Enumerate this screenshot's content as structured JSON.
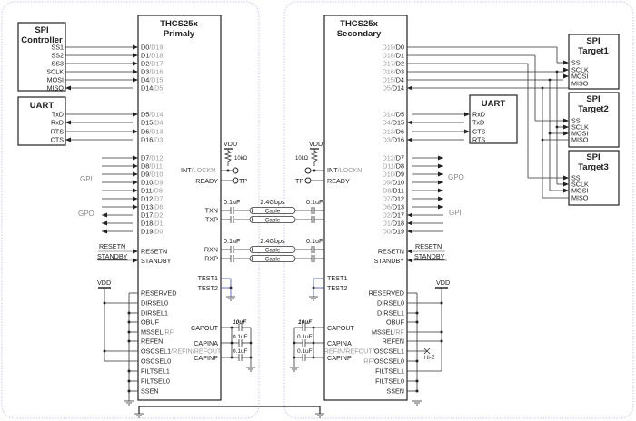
{
  "primary": {
    "title_line1": "THCS25x",
    "title_line2": "Primaly",
    "left_pins": [
      {
        "a": "D0",
        "b": "/D19"
      },
      {
        "a": "D1",
        "b": "/D18"
      },
      {
        "a": "D2",
        "b": "/D17"
      },
      {
        "a": "D3",
        "b": "/D16"
      },
      {
        "a": "D4",
        "b": "/D15"
      },
      {
        "a": "D14",
        "b": "/D5"
      },
      {
        "a": "D5",
        "b": "/D14"
      },
      {
        "a": "D15",
        "b": "/D4"
      },
      {
        "a": "D6",
        "b": "/D13"
      },
      {
        "a": "D16",
        "b": "/D3"
      },
      {
        "a": "D7",
        "b": "/D12"
      },
      {
        "a": "D8",
        "b": "/D11"
      },
      {
        "a": "D9",
        "b": "/D10"
      },
      {
        "a": "D10",
        "b": "/D9"
      },
      {
        "a": "D11",
        "b": "/D8"
      },
      {
        "a": "D12",
        "b": "/D7"
      },
      {
        "a": "D13",
        "b": "/D6"
      },
      {
        "a": "D17",
        "b": "/D2"
      },
      {
        "a": "D18",
        "b": "/D1"
      },
      {
        "a": "D19",
        "b": "/D0"
      }
    ],
    "resetn": "RESETN",
    "standby": "STANDBY",
    "config_pins": [
      {
        "a": "RESERVED",
        "b": ""
      },
      {
        "a": "DIRSEL0",
        "b": ""
      },
      {
        "a": "DIRSEL1",
        "b": ""
      },
      {
        "a": "OBUF",
        "b": ""
      },
      {
        "a": "MSSEL",
        "b": "/RF"
      },
      {
        "a": "REFEN",
        "b": ""
      },
      {
        "a": "OSCSEL1",
        "b": "/REFIN/REFOUT"
      },
      {
        "a": "OSCSEL0",
        "b": ""
      },
      {
        "a": "FILTSEL1",
        "b": ""
      },
      {
        "a": "FILTSEL0",
        "b": ""
      },
      {
        "a": "SSEN",
        "b": ""
      }
    ],
    "right_pins": {
      "int": "INT",
      "int_gray": "/LOCKN",
      "ready": "READY",
      "txn": "TXN",
      "txp": "TXP",
      "rxn": "RXN",
      "rxp": "RXP",
      "test1": "TEST1",
      "test2": "TEST2",
      "capout": "CAPOUT",
      "capina": "CAPINA",
      "capinp": "CAPINP"
    }
  },
  "secondary": {
    "title_line1": "THCS25x",
    "title_line2": "Secondary",
    "right_pins": [
      {
        "g": "D19/",
        "a": "D0"
      },
      {
        "g": "D18/",
        "a": "D1"
      },
      {
        "g": "D17/",
        "a": "D2"
      },
      {
        "g": "D16/",
        "a": "D3"
      },
      {
        "g": "D15/",
        "a": "D4"
      },
      {
        "g": "D5/",
        "a": "D14"
      },
      {
        "g": "D14/",
        "a": "D5"
      },
      {
        "g": "D4/",
        "a": "D15"
      },
      {
        "g": "D13/",
        "a": "D6"
      },
      {
        "g": "D3/",
        "a": "D16"
      },
      {
        "g": "D12/",
        "a": "D7"
      },
      {
        "g": "D11/",
        "a": "D8"
      },
      {
        "g": "D10/",
        "a": "D9"
      },
      {
        "g": "D9/",
        "a": "D10"
      },
      {
        "g": "D8/",
        "a": "D11"
      },
      {
        "g": "D7/",
        "a": "D12"
      },
      {
        "g": "D6/",
        "a": "D13"
      },
      {
        "g": "D2/",
        "a": "D17"
      },
      {
        "g": "D1/",
        "a": "D18"
      },
      {
        "g": "D0/",
        "a": "D19"
      }
    ],
    "resetn": "RESETN",
    "standby": "STANDBY",
    "config_pins": [
      {
        "g": "",
        "a": "RESERVED"
      },
      {
        "g": "",
        "a": "DIRSEL0"
      },
      {
        "g": "",
        "a": "DIRSEL1"
      },
      {
        "g": "",
        "a": "OBUF"
      },
      {
        "g": "",
        "a": "MSSEL",
        "g2": "/RF"
      },
      {
        "g": "",
        "a": "REFEN"
      },
      {
        "g": "REFIN/REFOUT/",
        "a": "OSCSEL1"
      },
      {
        "g": "RF/",
        "a": "OSCSEL0"
      },
      {
        "g": "",
        "a": "FILTSEL1"
      },
      {
        "g": "",
        "a": "FILTSEL0"
      },
      {
        "g": "",
        "a": "SSEN"
      }
    ],
    "left_pins": {
      "int": "INT",
      "int_gray": "/LOCKN",
      "ready": "READY",
      "rxn": "RXN",
      "rxp": "RXP",
      "txn": "TXN",
      "txp": "TXP",
      "test1": "TEST1",
      "test2": "TEST2",
      "capout": "CAPOUT",
      "capina": "CAPINA",
      "capinp": "CAPINP"
    }
  },
  "spi_controller": {
    "title_line1": "SPI",
    "title_line2": "Controller",
    "pins": [
      "SS1",
      "SS2",
      "SS3",
      "SCLK",
      "MOSI",
      "MISO"
    ]
  },
  "uart_left": {
    "title": "UART",
    "pins": [
      "TxD",
      "RxD",
      "RTS",
      "CTS"
    ]
  },
  "uart_right": {
    "title": "UART",
    "pins": [
      "RxD",
      "TxD",
      "CTS",
      "RTS"
    ]
  },
  "spi_targets": [
    {
      "title_line1": "SPI",
      "title_line2": "Target1",
      "pins": [
        "SS",
        "SCLK",
        "MOSI",
        "MISO"
      ]
    },
    {
      "title_line1": "SPI",
      "title_line2": "Target2",
      "pins": [
        "SS",
        "SCLK",
        "MOSI",
        "MISO"
      ]
    },
    {
      "title_line1": "SPI",
      "title_line2": "Target3",
      "pins": [
        "SS",
        "SCLK",
        "MOSI",
        "MISO"
      ]
    }
  ],
  "labels": {
    "vdd": "VDD",
    "resistor": "10kΩ",
    "tp": "TP",
    "cap_01": "0.1uF",
    "cap_10": "10uF",
    "rate": "2.4Gbps",
    "cable": "Cable",
    "gpi": "GPI",
    "gpo": "GPO",
    "hiz": "Hi-Z"
  }
}
